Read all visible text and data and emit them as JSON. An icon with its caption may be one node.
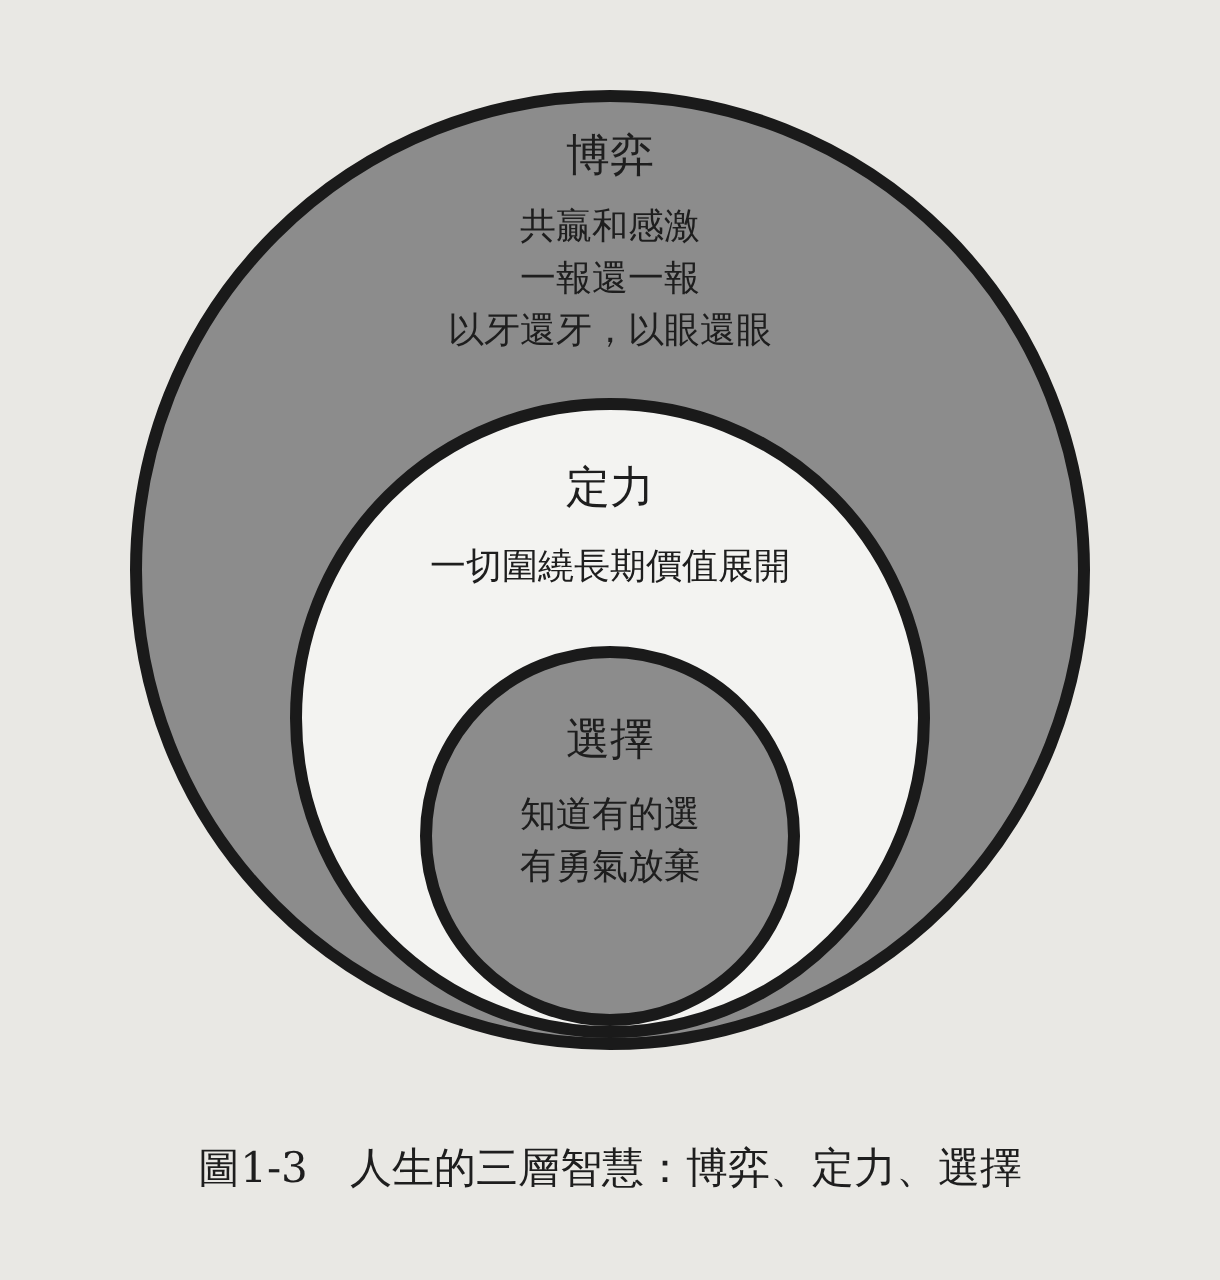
{
  "diagram": {
    "caption": "圖1-3　人生的三層智慧：博弈、定力、選擇",
    "nodes": [
      {
        "text": [
          "博弈",
          "共贏和感激",
          "一報還一報",
          "以牙還牙，以眼還眼"
        ]
      },
      {
        "text": [
          "定力",
          "一切圍繞長期價值展開"
        ],
        "in": 0
      },
      {
        "text": [
          "選擇",
          "知道有的選",
          "有勇氣放棄"
        ],
        "in": 1
      }
    ]
  }
}
